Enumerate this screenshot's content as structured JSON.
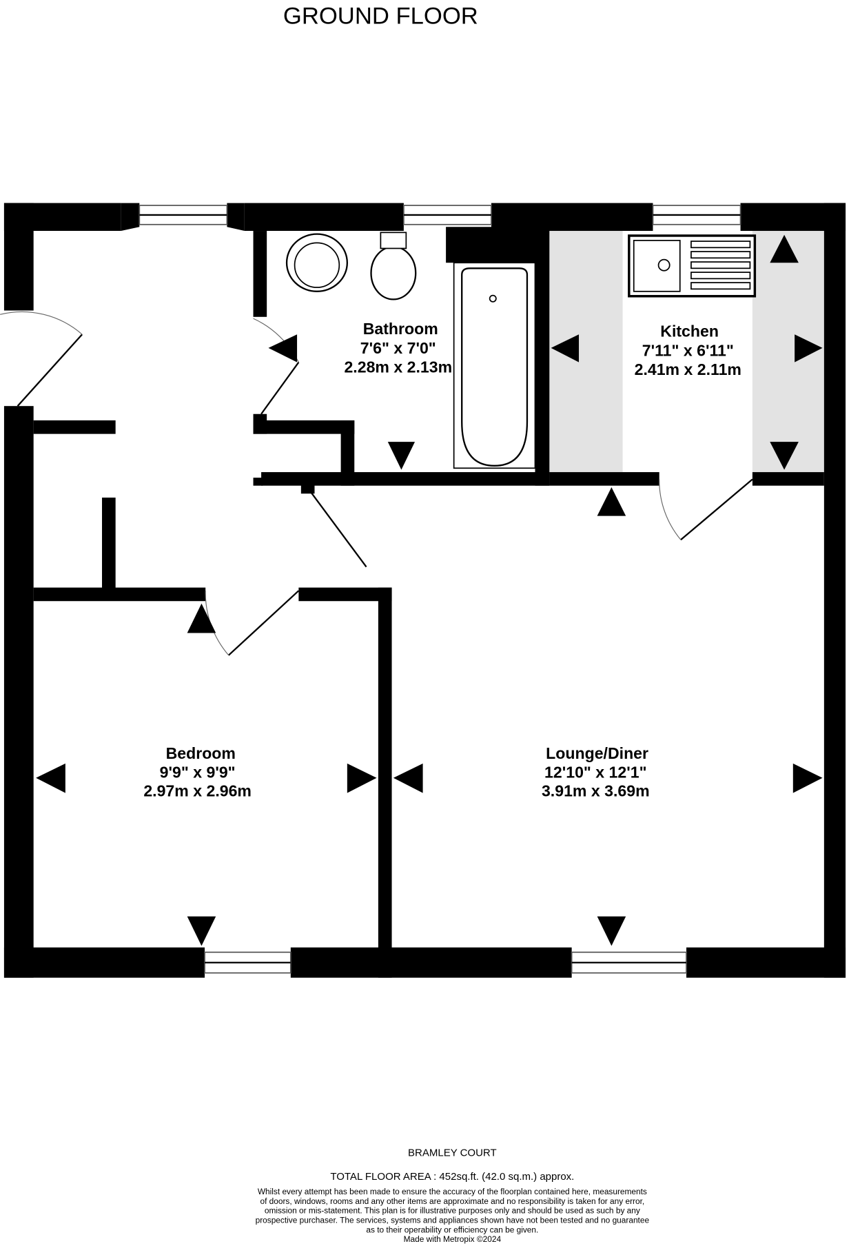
{
  "title": "GROUND FLOOR",
  "rooms": [
    {
      "name": "Bathroom",
      "imperial": "7'6\"  x 7'0\"",
      "metric": "2.28m  x 2.13m"
    },
    {
      "name": "Kitchen",
      "imperial": "7'11\"  x 6'11\"",
      "metric": "2.41m  x 2.11m"
    },
    {
      "name": "Bedroom",
      "imperial": "9'9\"  x 9'9\"",
      "metric": "2.97m  x 2.96m"
    },
    {
      "name": "Lounge/Diner",
      "imperial": "12'10\"  x 12'1\"",
      "metric": "3.91m  x 3.69m"
    }
  ],
  "footer": {
    "property": "BRAMLEY COURT",
    "total_area": "TOTAL FLOOR AREA : 452sq.ft. (42.0 sq.m.) approx.",
    "disclaimer": [
      "Whilst every attempt has been made to ensure the accuracy of the floorplan contained here, measurements",
      "of doors, windows, rooms and any other items are approximate and no responsibility is taken for any error,",
      "omission or mis-statement. This plan is for illustrative purposes only and should be used as such by any",
      "prospective purchaser. The services, systems and appliances shown have not been tested and no guarantee",
      "as to their operability or efficiency can be given."
    ],
    "credit": "Made with Metropix ©2024"
  }
}
